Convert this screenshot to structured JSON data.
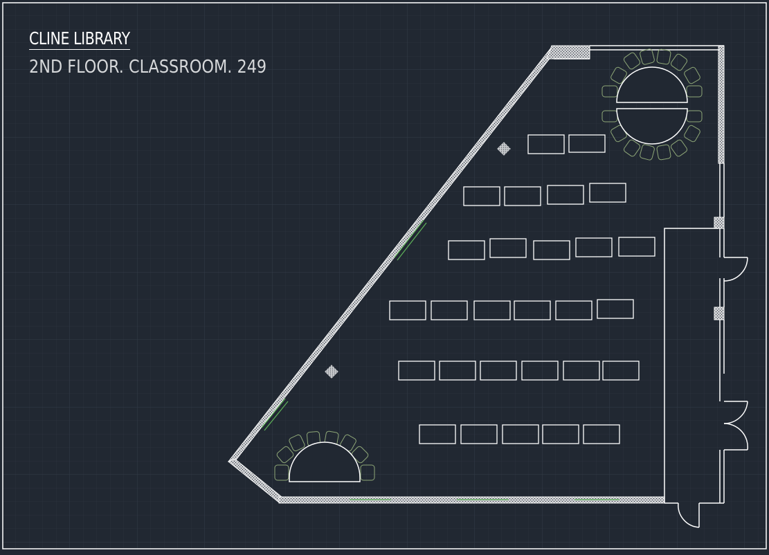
{
  "drawing": {
    "title": "CLINE LIBRARY",
    "subtitle": "2ND FLOOR. CLASSROOM. 249"
  },
  "colors": {
    "background": "#212832",
    "grid": "#2c3440",
    "walls": "#ffffff",
    "furniture": "#ffffff",
    "chairs": "#8fa878",
    "windows": "#5fb35a"
  },
  "room": {
    "desk_rows": [
      2,
      4,
      5,
      6,
      6,
      5
    ],
    "round_tables": 1,
    "half_round_tables": 1,
    "columns": 2,
    "doors": 3
  }
}
